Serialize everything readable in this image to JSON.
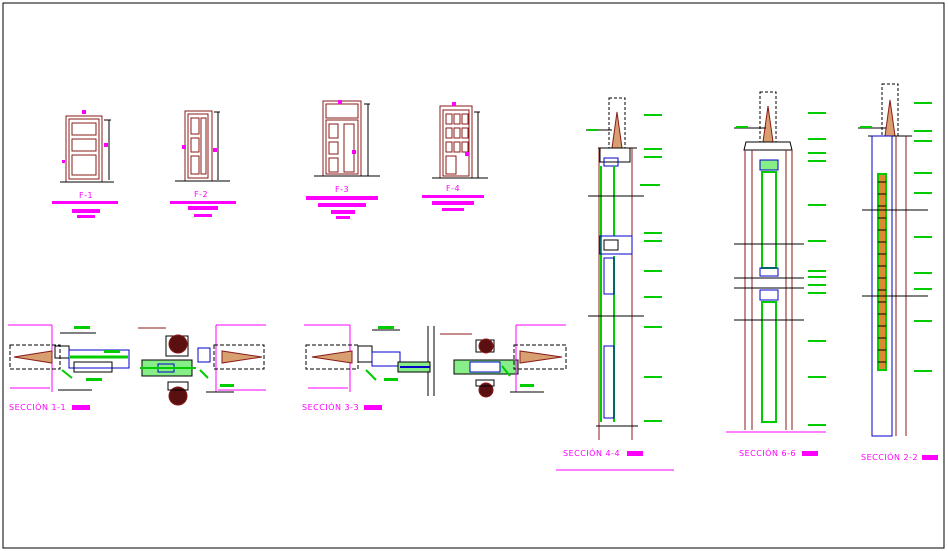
{
  "sheet": {
    "door_elevations": [
      {
        "id": "F-1",
        "label": "F-1"
      },
      {
        "id": "F-2",
        "label": "F-2"
      },
      {
        "id": "F-3",
        "label": "F-3"
      },
      {
        "id": "F-4",
        "label": "F-4"
      }
    ],
    "sections": [
      {
        "id": "sec-1-1",
        "label": "SECCIÓN  1-1"
      },
      {
        "id": "sec-3-3",
        "label": "SECCIÓN  3-3"
      },
      {
        "id": "sec-4-4",
        "label": "SECCIÓN  4-4"
      },
      {
        "id": "sec-6-6",
        "label": "SECCIÓN  6-6"
      },
      {
        "id": "sec-2-2",
        "label": "SECCIÓN  2-2"
      }
    ],
    "colors": {
      "frame": "#000000",
      "label": "#ff00ff",
      "wood": "#8b1a1a",
      "glass": "#00cc00",
      "steel": "#0000cc",
      "ground": "#999999"
    }
  }
}
